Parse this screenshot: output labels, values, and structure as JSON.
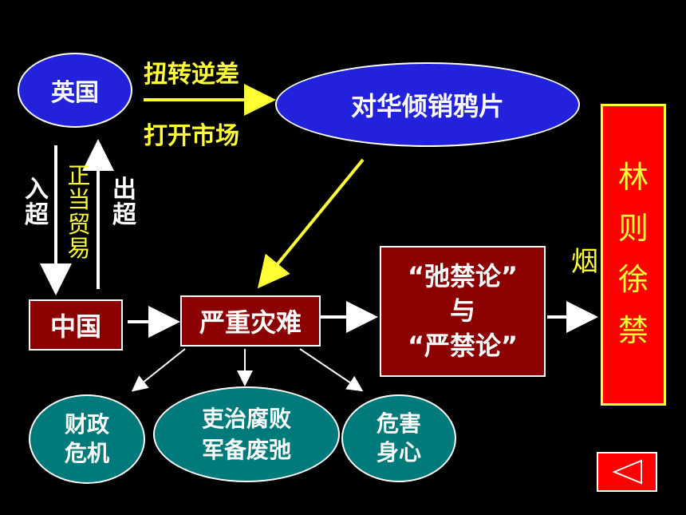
{
  "britain": "英国",
  "reverse_deficit": "扭转逆差",
  "open_market": "打开市场",
  "dump_opium": "对华倾销鸦片",
  "china": "中国",
  "import_surplus": "入超",
  "legit_trade": "正当贸易",
  "export_surplus": "出超",
  "disaster": "严重灾难",
  "debate_line1": "“弛禁论”",
  "debate_line2": "与",
  "debate_line3": "“严禁论”",
  "smoke_partial": "烟",
  "lin_zexu_ban": "林则徐禁",
  "effect_finance_l1": "财政",
  "effect_finance_l2": "危机",
  "effect_gov_l1": "吏治腐败",
  "effect_gov_l2": "军备废弛",
  "effect_health_l1": "危害",
  "effect_health_l2": "身心",
  "colors": {
    "blue": "#2222dd",
    "red": "#8b0000",
    "teal": "#007a7a",
    "yellow": "#ffff33",
    "bright_red": "#ff0000"
  },
  "icons": {
    "back": "left-triangle-icon"
  }
}
